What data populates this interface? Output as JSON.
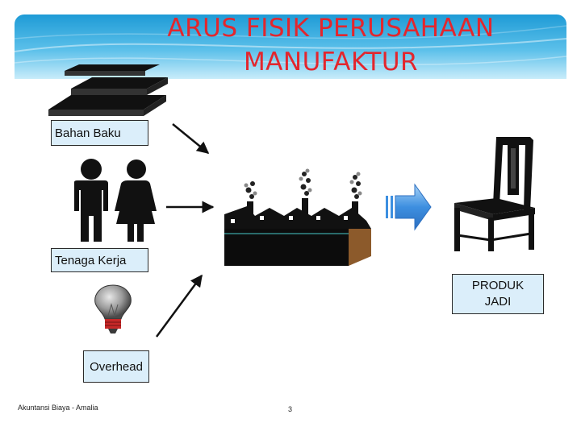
{
  "title_line1": "ARUS FISIK PERUSAHAAN",
  "title_line2": "MANUFAKTUR",
  "inputs": {
    "bahan_baku": "Bahan Baku",
    "tenaga_kerja": "Tenaga Kerja",
    "overhead": "Overhead"
  },
  "output": {
    "line1": "PRODUK",
    "line2": "JADI"
  },
  "footer": {
    "author": "Akuntansi Biaya - Amalia",
    "page": "3"
  },
  "colors": {
    "title": "#e3262d",
    "label_bg": "#dbeefa",
    "banner": "#1e9bd6",
    "arrow_blue": "#3d8fe0"
  },
  "icons": [
    "stacked-boards-icon",
    "man-woman-icon",
    "lightbulb-icon",
    "factory-icon",
    "block-arrow-icon",
    "chair-icon"
  ]
}
